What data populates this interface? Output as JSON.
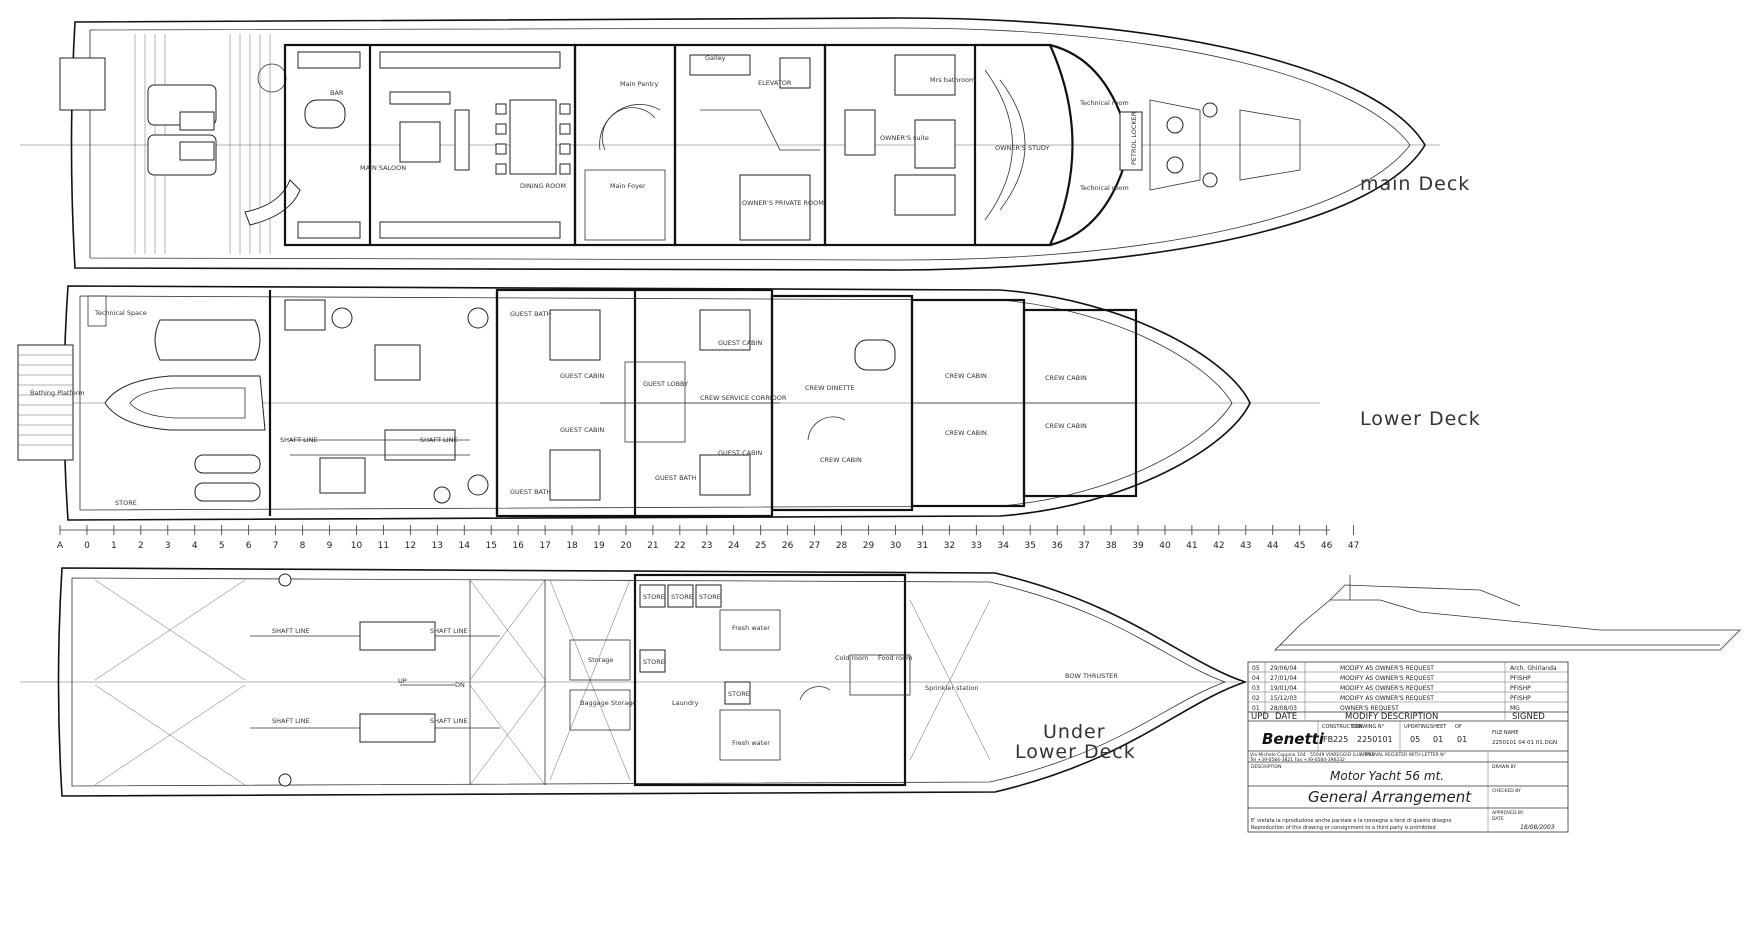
{
  "decks": {
    "main": {
      "title": "main Deck",
      "rooms": [
        "BAR",
        "MAIN SALOON",
        "DINING ROOM",
        "Main Pantry",
        "Galley",
        "Main Foyer",
        "ELEVATOR",
        "OWNER'S PRIVATE ROOM",
        "Mrs bathroom",
        "OWNER'S suite",
        "OWNER'S STUDY",
        "Technical room",
        "Technical room",
        "PETROL LOCKER"
      ]
    },
    "lower": {
      "title": "Lower Deck",
      "rooms": [
        "Technical Space",
        "Bathing Platform",
        "STORE",
        "SHAFT LINE",
        "SHAFT LINE",
        "GUEST BATH",
        "GUEST CABIN",
        "GUEST CABIN",
        "GUEST BATH",
        "GUEST LOBBY",
        "GUEST CABIN",
        "CREW SERVICE CORRIDOR",
        "GUEST CABIN",
        "GUEST BATH",
        "CREW DINETTE",
        "CREW CABIN",
        "CREW CABIN",
        "CREW CABIN",
        "CREW CABIN",
        "CREW CABIN"
      ]
    },
    "under": {
      "title_line1": "Under",
      "title_line2": "Lower Deck",
      "rooms": [
        "SHAFT LINE",
        "SHAFT LINE",
        "SHAFT LINE",
        "SHAFT LINE",
        "UP",
        "DN",
        "Storage",
        "Baggage Storage",
        "STORE",
        "STORE",
        "STORE",
        "STORE",
        "STORE",
        "Laundry",
        "Fresh water",
        "Fresh water",
        "Cold room",
        "Food room",
        "Sprinkler station",
        "BOW THRUSTER"
      ]
    }
  },
  "frames": [
    "A",
    "0",
    "1",
    "2",
    "3",
    "4",
    "5",
    "6",
    "7",
    "8",
    "9",
    "10",
    "11",
    "12",
    "13",
    "14",
    "15",
    "16",
    "17",
    "18",
    "19",
    "20",
    "21",
    "22",
    "23",
    "24",
    "25",
    "26",
    "27",
    "28",
    "29",
    "30",
    "31",
    "32",
    "33",
    "34",
    "35",
    "36",
    "37",
    "38",
    "39",
    "40",
    "41",
    "42",
    "43",
    "44",
    "45",
    "46",
    "47"
  ],
  "title_block": {
    "revisions": [
      {
        "n": "05",
        "date": "29/06/04",
        "desc": "MODIFY AS OWNER'S REQUEST",
        "signed": "Arch. Ghirlanda"
      },
      {
        "n": "04",
        "date": "27/01/04",
        "desc": "MODIFY AS OWNER'S REQUEST",
        "signed": "PFISHP"
      },
      {
        "n": "03",
        "date": "19/01/04",
        "desc": "MODIFY AS OWNER'S REQUEST",
        "signed": "PFISHP"
      },
      {
        "n": "02",
        "date": "15/12/03",
        "desc": "MODIFY AS OWNER'S REQUEST",
        "signed": "PFISHP"
      },
      {
        "n": "01",
        "date": "28/08/03",
        "desc": "OWNER'S REQUEST",
        "signed": "MG"
      }
    ],
    "col_upd": "UPD",
    "col_date": "DATE",
    "col_desc": "MODIFY DESCRIPTION",
    "col_signed": "SIGNED",
    "brand": "Benetti",
    "construction_label": "CONSTRUCTION",
    "construction": "FB225",
    "drawing_label": "DRAWING N°",
    "drawing": "2250101",
    "updating_label": "UPDATING",
    "updating": "05",
    "sheet_label": "SHEET",
    "sheet": "01",
    "of_label": "OF",
    "of": "01",
    "address": "Via Michele Coppino 104 - 55049 VIAREGGIO (LU) ITALY",
    "phone": "Tel +39-0584-3821 Fax +39-0584-396232",
    "approval": "APPROVAL REGISTER WITH LETTER N°",
    "file_name_label": "FILE NAME",
    "file_name": "2250101 04 01 01.DGN",
    "description_label": "DESCRIPTION",
    "drawn_by_label": "DRAWN BY",
    "checked_by_label": "CHECKED BY",
    "approved_by_label": "APPROVED BY",
    "date_label": "DATE",
    "date": "18/08/2003",
    "yacht": "Motor Yacht 56 mt.",
    "subject": "General Arrangement",
    "notice_it": "E' vietata la riproduzione anche parziale e la consegna a terzi di questo disegno",
    "notice_en": "Reproduction of this drawing or consignment to a third party is prohibited"
  }
}
